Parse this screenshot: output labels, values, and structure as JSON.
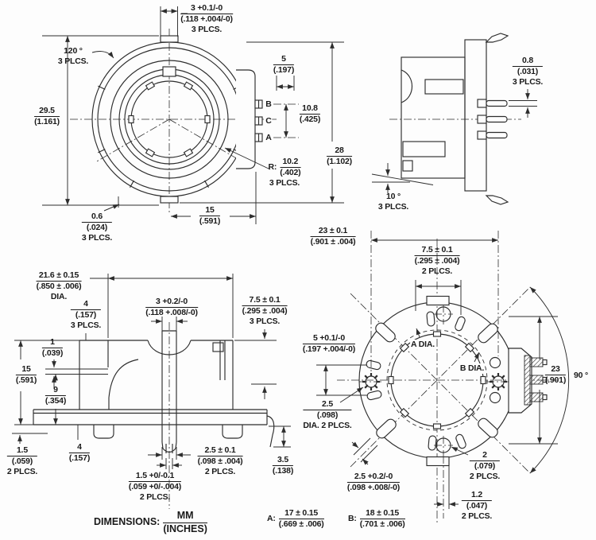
{
  "front_view": {
    "terminals": {
      "t1": "B",
      "t2": "C",
      "t3": "A"
    },
    "dim_tab_width": {
      "mm": "3 +0.1/-0",
      "in": "(.118 +.004/-0)",
      "note": "3 PLCS."
    },
    "dim_tab_angle": {
      "l1": "120 °",
      "l2": "3 PLCS."
    },
    "dim_overall_height": {
      "mm": "29.5",
      "in": "(1.161)"
    },
    "dim_terminal_length": {
      "mm": "5",
      "in": "(.197)"
    },
    "dim_terminal_span": {
      "mm": "10.8",
      "in": "(.425)"
    },
    "dim_body_width": {
      "mm": "28",
      "in": "(1.102)"
    },
    "dim_corner_radius": {
      "prefix": "R:",
      "mm": "10.2",
      "in": "(.402)",
      "note": "3 PLCS."
    },
    "dim_tab_thickness": {
      "mm": "0.6",
      "in": "(.024)",
      "note": "3 PLCS."
    },
    "dim_terminal_offset": {
      "mm": "15",
      "in": "(.591)"
    }
  },
  "side_view": {
    "dim_terminal_thickness": {
      "mm": "0.8",
      "in": "(.031)",
      "note": "3 PLCS."
    },
    "dim_bend_angle": {
      "l1": "10 °",
      "l2": "3 PLCS."
    }
  },
  "bottom_view": {
    "dim_body_dia": {
      "mm": "21.6 ± 0.15",
      "in": "(.850 ± .006)",
      "note": "DIA."
    },
    "dim_step": {
      "mm": "4",
      "in": "(.157)",
      "note": "3 PLCS."
    },
    "dim_shaft_tip": {
      "mm": "3 +0.2/-0",
      "in": "(.118 +.008/-0)"
    },
    "dim_depth": {
      "mm": "7.5 ± 0.1",
      "in": "(.295 ± .004)",
      "note": "3 PLCS."
    },
    "dim_lip": {
      "mm": "1",
      "in": "(.039)"
    },
    "dim_height": {
      "mm": "15",
      "in": "(.591)"
    },
    "dim_body_height": {
      "mm": "9",
      "in": "(.354)"
    },
    "dim_peg": {
      "mm": "4",
      "in": "(.157)"
    },
    "dim_standoff": {
      "mm": "1.5",
      "in": "(.059)",
      "note": "2 PLCS."
    },
    "dim_tip_slot": {
      "mm": "1.5 +0/-0.1",
      "in": "(.059 +0/-.004)",
      "note": "2 PLCS."
    },
    "dim_tip_width": {
      "mm": "2.5 ± 0.1",
      "in": "(.098 ± .004)",
      "note": "2 PLCS."
    },
    "dim_tip_length": {
      "mm": "3.5",
      "in": "(.138)"
    }
  },
  "back_view": {
    "dim_hole_span": {
      "mm": "23 ± 0.1",
      "in": "(.901 ± .004)"
    },
    "dim_slot_span": {
      "mm": "7.5 ± 0.1",
      "in": "(.295 ± .004)",
      "note": "2 PLCS."
    },
    "dim_slot_offset": {
      "mm": "5 +0.1/-0",
      "in": "(.197 +.004/-0)"
    },
    "dim_pin_hole": {
      "mm": "2.5",
      "in": "(.098)",
      "note": "DIA. 2 PLCS."
    },
    "label_a_dia": "A DIA.",
    "label_b_dia": "B DIA.",
    "dim_vertical_span": {
      "mm": "23",
      "in": "(.901)"
    },
    "dim_quadrant_angle": "90 °",
    "dim_slot_width": {
      "mm": "2.5 +0.2/-0",
      "in": "(.098 +.008/-0)"
    },
    "dim_hole_dia": {
      "mm": "2",
      "in": "(.079)",
      "note": "2 PLCS."
    },
    "dim_tab_width": {
      "mm": "1.2",
      "in": "(.047)",
      "note": "2 PLCS."
    }
  },
  "legend": {
    "dimensions_label": "DIMENSIONS:",
    "units_mm": "MM",
    "units_in": "(INCHES)",
    "a": {
      "prefix": "A:",
      "mm": "17 ± 0.15",
      "in": "(.669 ± .006)"
    },
    "b": {
      "prefix": "B:",
      "mm": "18 ± 0.15",
      "in": "(.701 ± .006)"
    }
  }
}
